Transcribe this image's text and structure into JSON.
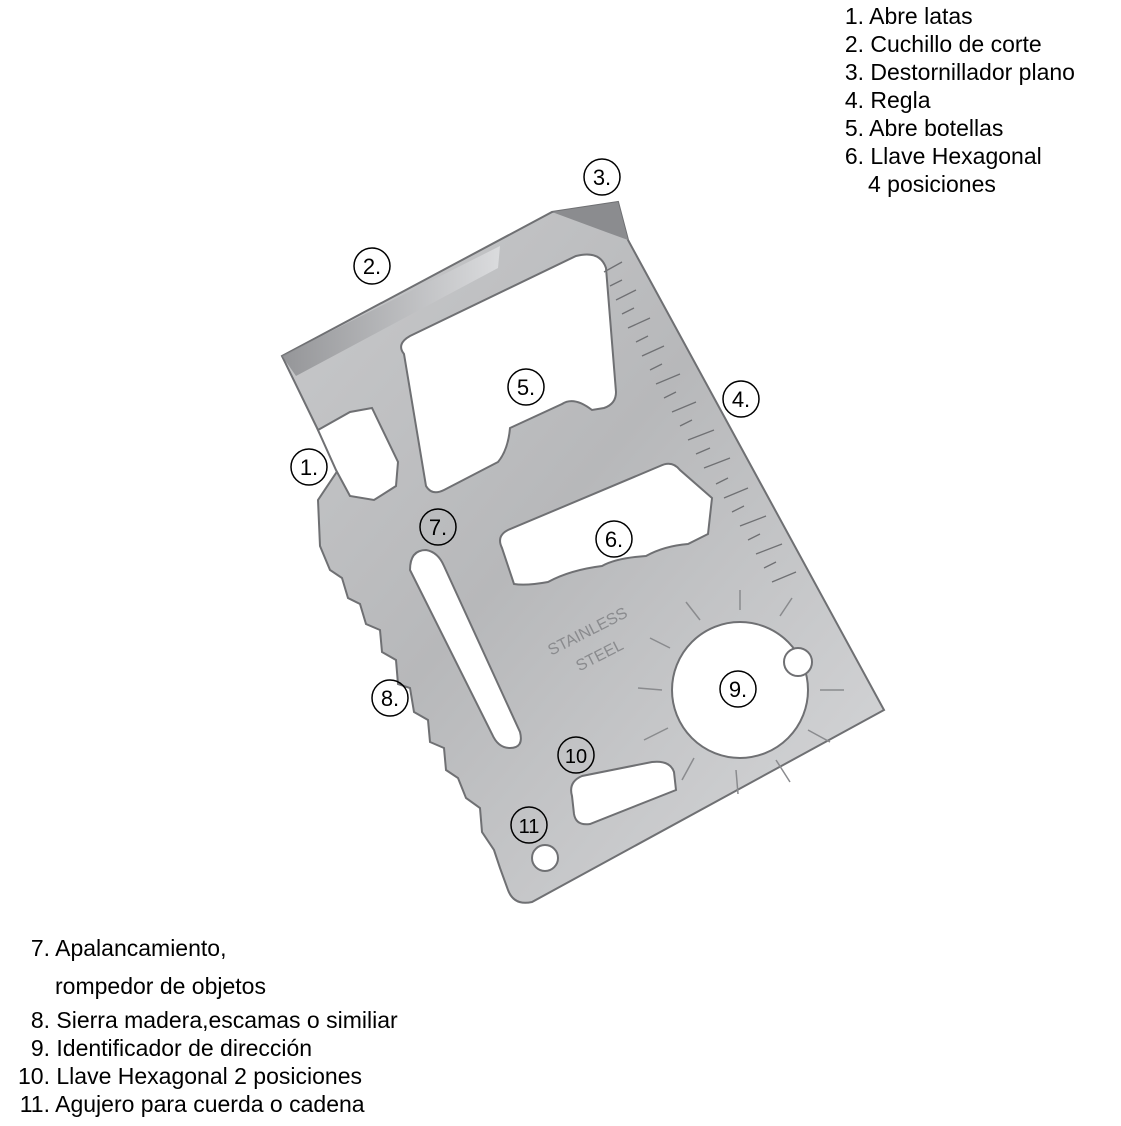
{
  "legend_top": [
    {
      "num": "1.",
      "text": "Abre latas"
    },
    {
      "num": "2.",
      "text": "Cuchillo de corte"
    },
    {
      "num": "3.",
      "text": "Destornillador plano"
    },
    {
      "num": "4.",
      "text": "Regla"
    },
    {
      "num": "5.",
      "text": "Abre botellas"
    },
    {
      "num": "6.",
      "text": "Llave Hexagonal",
      "sub": "4 posiciones"
    }
  ],
  "legend_bottom": [
    {
      "num": "7.",
      "text": "Apalancamiento,",
      "sub": "rompedor de objetos"
    },
    {
      "num": "8.",
      "text": "Sierra madera,escamas o similiar"
    },
    {
      "num": "9.",
      "text": "Identificador de dirección"
    },
    {
      "num": "10.",
      "text": "Llave Hexagonal 2 posiciones"
    },
    {
      "num": "11.",
      "text": "Agujero para cuerda o cadena"
    }
  ],
  "callouts": [
    "1.",
    "2.",
    "3.",
    "4.",
    "5.",
    "6.",
    "7.",
    "8.",
    "9.",
    "10",
    "11"
  ],
  "card_engraving": {
    "line1": "STAINLESS",
    "line2": "STEEL"
  },
  "colors": {
    "steel_light": "#d9dadb",
    "steel_dark": "#9a9b9d",
    "edge": "#7c7d80",
    "callout_stroke": "#000000"
  }
}
